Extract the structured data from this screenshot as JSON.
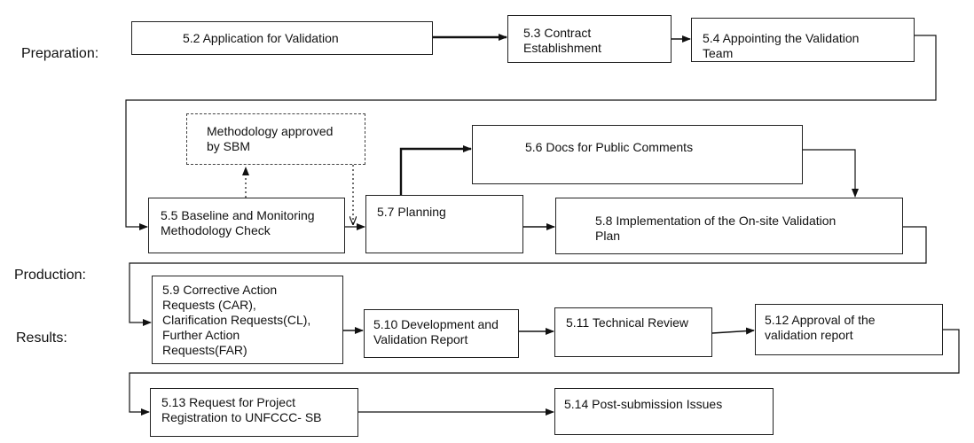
{
  "stage_labels": {
    "preparation": "Preparation:",
    "production": "Production:",
    "results": "Results:"
  },
  "steps": {
    "s5_2": "5.2 Application for Validation",
    "s5_3": "5.3 Contract\n    Establishment",
    "s5_4": "5.4 Appointing the Validation\nTeam",
    "methodology_sbm": "Methodology approved\n      by SBM",
    "s5_6": "5.6 Docs for Public Comments",
    "s5_5": "5.5 Baseline and Monitoring\nMethodology Check",
    "s5_7": "5.7 Planning",
    "s5_8": "5.8 Implementation of the On-site Validation\nPlan",
    "s5_9": "5.9 Corrective Action\nRequests (CAR),\nClarification Requests(CL),\nFurther Action\nRequests(FAR)",
    "s5_10": "5.10 Development and\nValidation Report",
    "s5_11": "5.11 Technical Review",
    "s5_12": "5.12 Approval of the\nvalidation report",
    "s5_13": "5.13 Request for Project\nRegistration to UNFCCC- SB",
    "s5_14": "5.14 Post-submission Issues"
  }
}
